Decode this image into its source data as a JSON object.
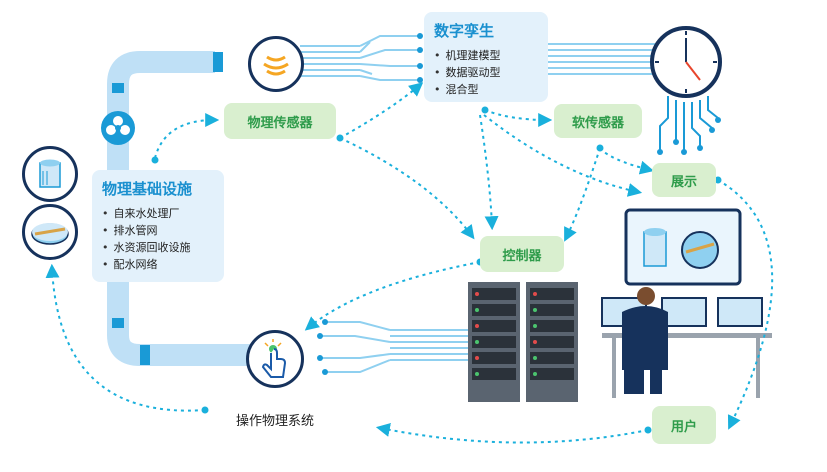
{
  "infrastructure": {
    "title": "物理基础设施",
    "items": [
      "自来水处理厂",
      "排水管网",
      "水资源回收设施",
      "配水网络"
    ]
  },
  "digital_twin": {
    "title": "数字孪生",
    "items": [
      "机理建模型",
      "数据驱动型",
      "混合型"
    ]
  },
  "nodes": {
    "physical_sensor": "物理传感器",
    "soft_sensor": "软传感器",
    "display": "展示",
    "controller": "控制器",
    "user": "用户",
    "operate": "操作物理系统"
  },
  "colors": {
    "pipe": "#bfe0f6",
    "pipe_joint": "#1a9ad6",
    "arrow": "#1ab0dc",
    "panel": "#e3f1fb",
    "pill": "#d9efcf",
    "pill_text": "#2f9c4b",
    "navy": "#16325c",
    "accent": "#1a90cf"
  }
}
